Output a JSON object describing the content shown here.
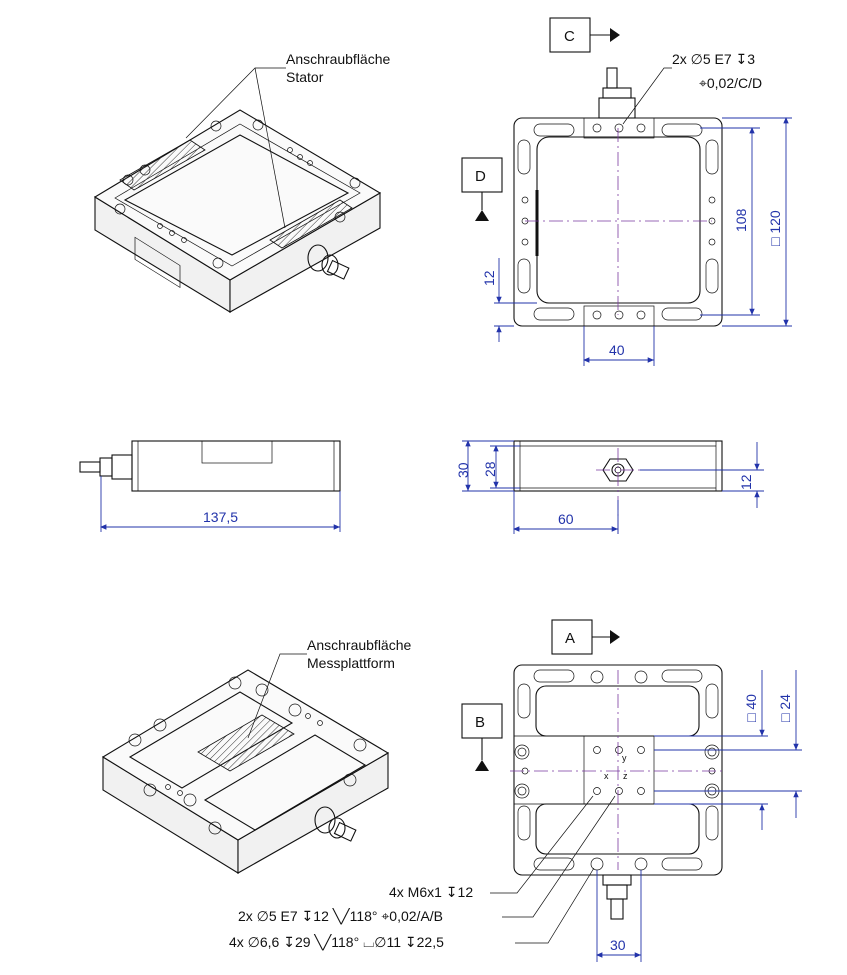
{
  "callouts": {
    "stator_line1": "Anschraubfläche",
    "stator_line2": "Stator",
    "platform_line1": "Anschraubfläche",
    "platform_line2": "Messplattform"
  },
  "datums": {
    "a": "A",
    "b": "B",
    "c": "C",
    "d": "D"
  },
  "dimensions": {
    "d108": "108",
    "d120": "□ 120",
    "d12_top": "12",
    "d40_top": "40",
    "d137": "137,5",
    "d30_side": "30",
    "d28_side": "28",
    "d12_side": "12",
    "d60": "60",
    "d40_bottom": "□ 40",
    "d24_bottom": "□ 24",
    "d30_bottom": "30"
  },
  "notes": {
    "top_holes_1": "2x ∅5 E7 ↧3",
    "top_holes_2": "⌖0,02/C/D",
    "m6": "4x M6x1 ↧12",
    "dowel": "2x ∅5 E7 ↧12 ╲╱118° ⌖0,02/A/B",
    "bore": "4x ∅6,6 ↧29 ╲╱118° ⌴∅11 ↧22,5"
  },
  "axes": {
    "x": "x",
    "y": "y",
    "z": "z"
  }
}
